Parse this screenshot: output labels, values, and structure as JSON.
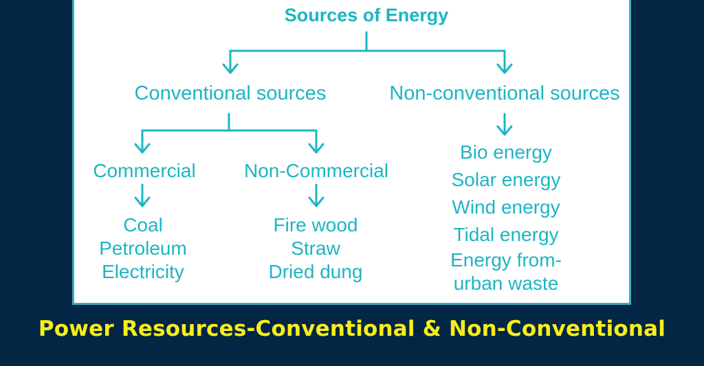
{
  "diagram": {
    "root": "Sources of Energy",
    "conventional": {
      "label": "Conventional sources",
      "commercial": {
        "label": "Commercial",
        "items": [
          "Coal",
          "Petroleum",
          "Electricity"
        ]
      },
      "non_commercial": {
        "label": "Non-Commercial",
        "items": [
          "Fire wood",
          "Straw",
          "Dried dung"
        ]
      }
    },
    "non_conventional": {
      "label": "Non-conventional sources",
      "items": [
        "Bio energy",
        "Solar energy",
        "Wind energy",
        "Tidal energy",
        "Energy from-",
        "urban waste"
      ]
    }
  },
  "caption": "Power Resources-Conventional & Non-Conventional",
  "colors": {
    "background": "#022644",
    "panel": "#ffffff",
    "diagram": "#1cb5c3",
    "caption": "#f7ee19"
  }
}
